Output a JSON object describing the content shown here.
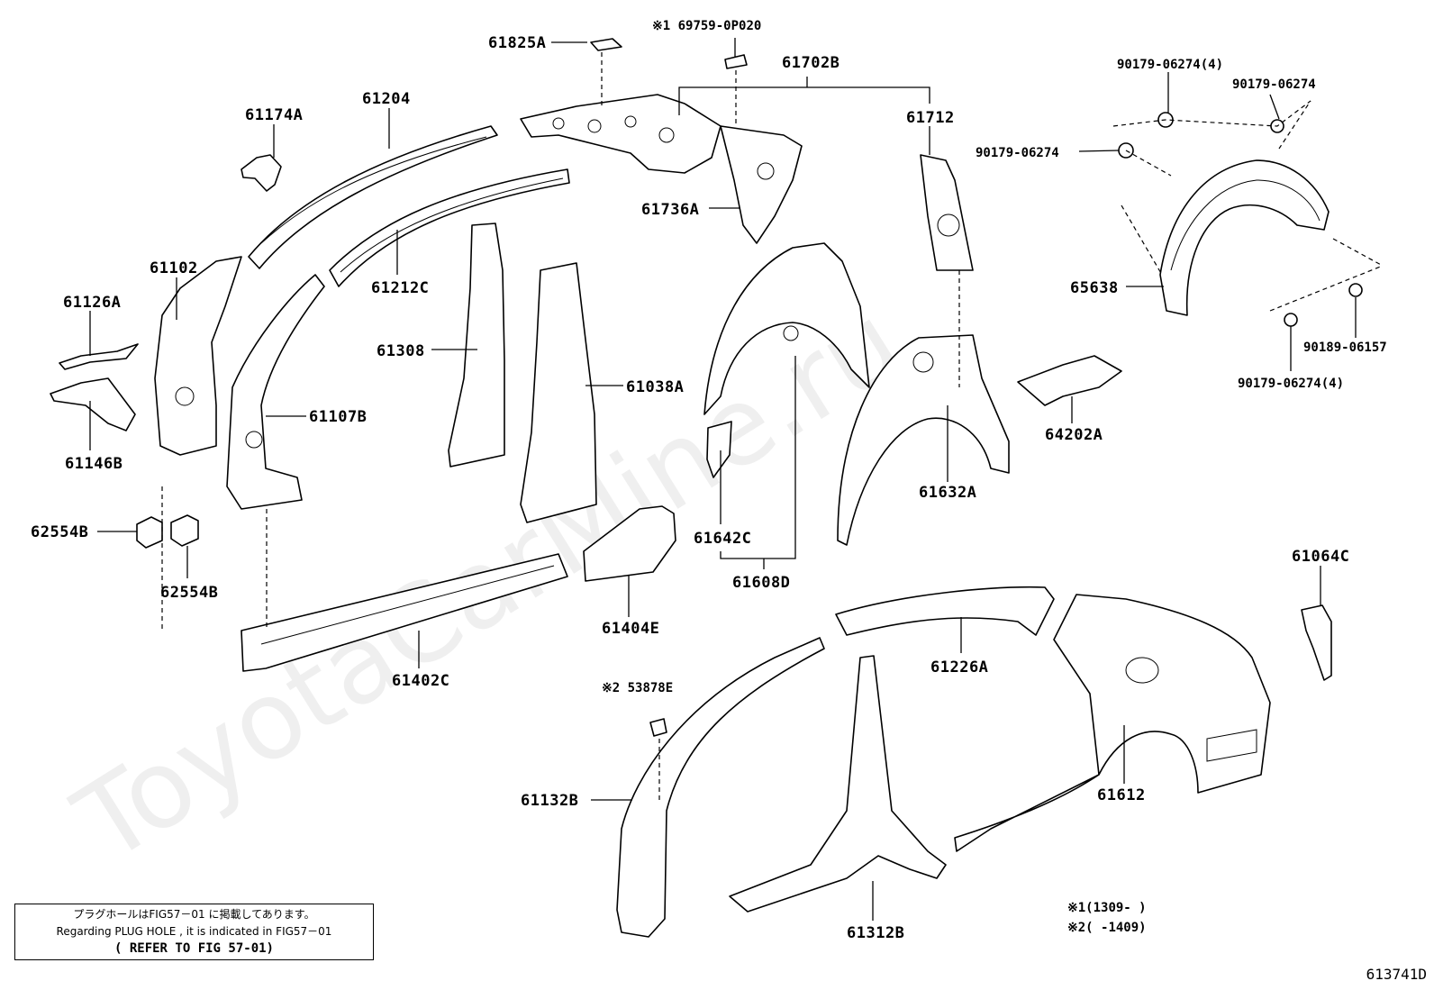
{
  "watermark": "ToyotaCarMine.ru",
  "labels": {
    "l61825A": "61825A",
    "l69759": "※1 69759-0P020",
    "l61702B": "61702B",
    "l61174A": "61174A",
    "l61204": "61204",
    "l61712": "61712",
    "l90179_4a": "90179-06274(4)",
    "l90179_b": "90179-06274",
    "l90179_c": "90179-06274",
    "l61102": "61102",
    "l61126A": "61126A",
    "l61736A": "61736A",
    "l61212C": "61212C",
    "l65638": "65638",
    "l61308": "61308",
    "l61038A": "61038A",
    "l90189": "90189-06157",
    "l90179_4b": "90179-06274(4)",
    "l61107B": "61107B",
    "l61146B": "61146B",
    "l64202A": "64202A",
    "l61632A": "61632A",
    "l62554B_a": "62554B",
    "l62554B_b": "62554B",
    "l61642C": "61642C",
    "l61608D": "61608D",
    "l61064C": "61064C",
    "l61404E": "61404E",
    "l61226A": "61226A",
    "l61402C": "61402C",
    "l53878E": "※2 53878E",
    "l61132B": "61132B",
    "l61612": "61612",
    "l61312B": "61312B",
    "n1": "※1(1309-    )",
    "n2": "※2(    -1409)"
  },
  "note": {
    "line1": "プラグホールはFIG57－01 に掲載してあります。",
    "line2": "Regarding PLUG HOLE , it is indicated in FIG57－01",
    "line3": "( REFER TO FIG 57-01)"
  },
  "figure_id": "613741D"
}
